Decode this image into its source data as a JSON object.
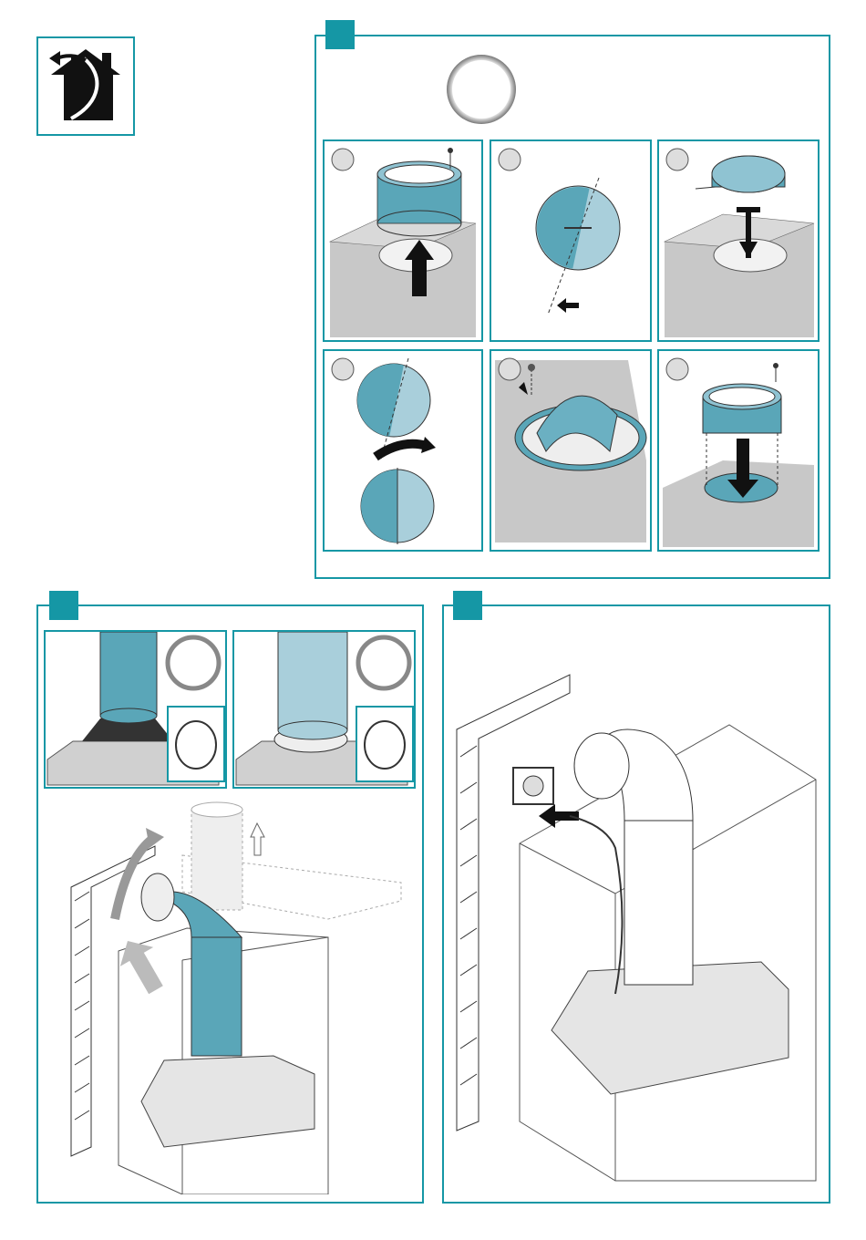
{
  "page": {
    "accent_color": "#1597a5",
    "duct_color": "#5aa6b8",
    "duct_light_color": "#a9cfdb",
    "icon": "ducted-extraction-house-icon"
  },
  "sections": [
    {
      "id": "damper-section",
      "steps": 6
    },
    {
      "id": "duct-section",
      "steps": 2
    },
    {
      "id": "electrical-section",
      "steps": 1
    }
  ]
}
